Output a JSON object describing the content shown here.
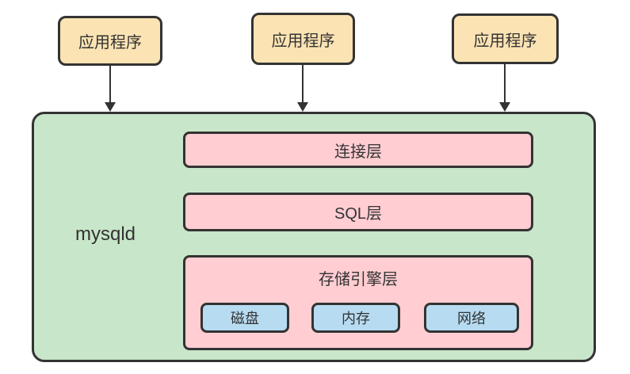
{
  "diagram": {
    "applications": [
      {
        "label": "应用程序"
      },
      {
        "label": "应用程序"
      },
      {
        "label": "应用程序"
      }
    ],
    "server": {
      "label": "mysqld",
      "layers": [
        {
          "label": "连接层"
        },
        {
          "label": "SQL层"
        },
        {
          "label": "存储引擎层",
          "resources": [
            {
              "label": "磁盘"
            },
            {
              "label": "内存"
            },
            {
              "label": "网络"
            }
          ]
        }
      ]
    },
    "colors": {
      "app_fill": "#FBE3B3",
      "server_fill": "#C8E6C9",
      "layer_fill": "#FFCDD2",
      "resource_fill": "#B7DCF2",
      "border": "#333333",
      "text": "#333333"
    }
  }
}
